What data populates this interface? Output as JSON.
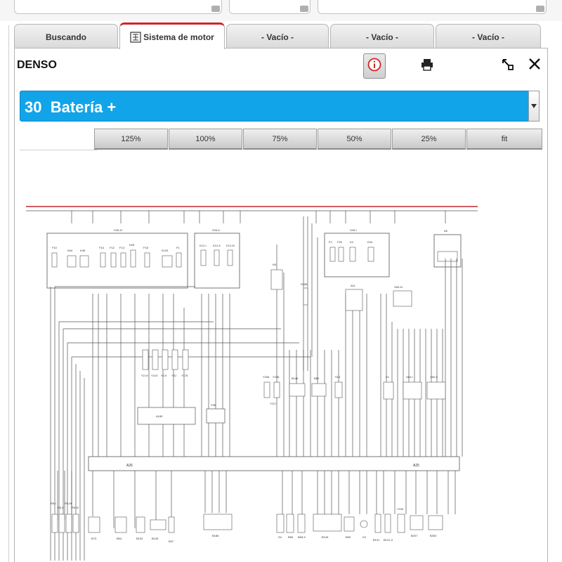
{
  "tabs": [
    {
      "label": "Buscando",
      "active": false
    },
    {
      "label": "Sistema de motor",
      "active": true
    },
    {
      "label": "- Vacío -",
      "active": false
    },
    {
      "label": "- Vacío -",
      "active": false
    },
    {
      "label": "- Vacío -",
      "active": false
    }
  ],
  "header": {
    "brand": "DENSO"
  },
  "circuit_select": {
    "value": "30  Batería +"
  },
  "zoom_options": [
    "125%",
    "100%",
    "75%",
    "50%",
    "25%",
    "fit"
  ],
  "colors": {
    "accent": "#12a4e8",
    "tab_active": "#d0232a",
    "wire_battery": "#c0282d"
  },
  "diagram": {
    "fuse_box_labels": [
      "X26-III",
      "X26-II",
      "X26-I",
      "A6"
    ],
    "fuses_left": [
      "F10",
      "K64",
      "K46",
      "F16",
      "F12",
      "F14",
      "K65",
      "F18",
      "K103",
      "F1"
    ],
    "fuses_mid": [
      "K12-I",
      "K12-II",
      "K12-III"
    ],
    "fuses_right": [
      "F2",
      "F20",
      "K4",
      "K34"
    ],
    "relays": [
      "K8",
      "S258",
      "A11",
      "X60-III"
    ],
    "injectors_left": [
      "Y2-IV",
      "Y3-III",
      "Y2-II",
      "Y3-I",
      "Y175"
    ],
    "injectors_mid": [
      "Y206",
      "Y238",
      "Y217",
      "B146",
      "B80",
      "S13"
    ],
    "right_group": [
      "X1",
      "X60-I",
      "X60-II"
    ],
    "ecu_module_labels": [
      "A189",
      "Y96",
      "A26",
      "A25"
    ],
    "sensors_bottom": [
      "R5-I",
      "R5-II",
      "R5-III",
      "R5-IV",
      "B73",
      "B54",
      "B132",
      "B145",
      "B37",
      "B186",
      "S4",
      "B55",
      "B65-II",
      "B126",
      "B90",
      "G1",
      "B131",
      "B131-II",
      "Y154",
      "B207",
      "B303"
    ]
  }
}
